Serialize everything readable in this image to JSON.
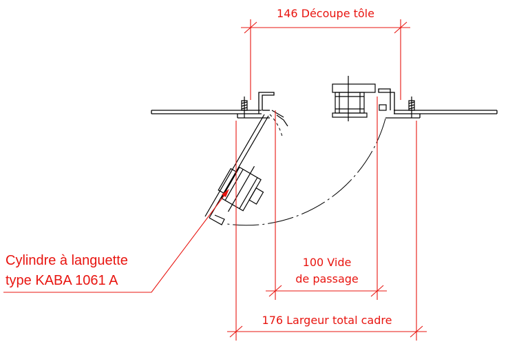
{
  "dimensions": {
    "top": "146 Découpe tôle",
    "middle_line1": "100 Vide",
    "middle_line2": "de passage",
    "bottom": "176 Largeur total cadre"
  },
  "callout": {
    "line1": "Cylindre à languette",
    "line2": "type KABA 1061 A"
  },
  "colors": {
    "dimension": "#e8140f",
    "drawing": "#000000"
  }
}
